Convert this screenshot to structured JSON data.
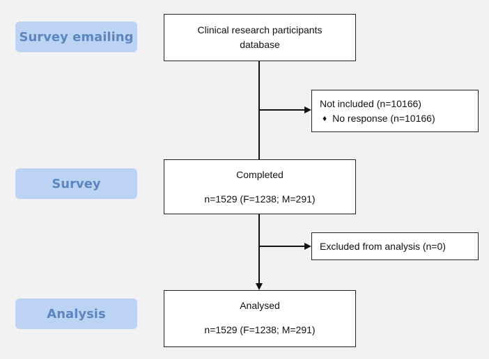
{
  "phases": {
    "survey_emailing": "Survey emailing",
    "survey": "Survey",
    "analysis": "Analysis"
  },
  "boxes": {
    "database": {
      "line1": "Clinical research participants",
      "line2": "database"
    },
    "not_included": {
      "title": "Not included (n=10166)",
      "bullet": "No response (n=10166)",
      "bullet_icon": "diamond-bullet-icon"
    },
    "completed": {
      "title": "Completed",
      "counts": "n=1529 (F=1238; M=291)"
    },
    "excluded": {
      "title": "Excluded from analysis (n=0)"
    },
    "analysed": {
      "title": "Analysed",
      "counts": "n=1529 (F=1238; M=291)"
    }
  },
  "colors": {
    "background": "#f2f2f2",
    "phase_fill": "#bcd3f3",
    "phase_text": "#5b86c0",
    "box_border": "#222222"
  }
}
